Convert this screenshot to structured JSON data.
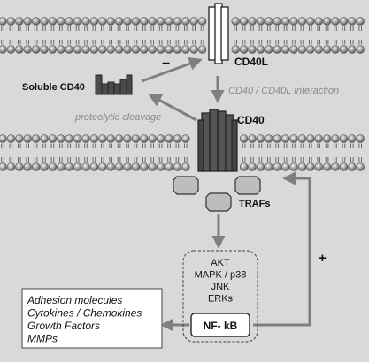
{
  "labels": {
    "cd40l": "CD40L",
    "cd40": "CD40",
    "soluble_cd40": "Soluble CD40",
    "interaction": "CD40 / CD40L interaction",
    "cleavage": "proteolytic cleavage",
    "minus": "−",
    "plus": "+",
    "trafs": "TRAFs",
    "nfkb": "NF- kB"
  },
  "signaling_box": [
    "AKT",
    "MAPK / p38",
    "JNK",
    "ERKs"
  ],
  "outcomes": [
    "Adhesion molecules",
    "Cytokines / Chemokines",
    "Growth Factors",
    "MMPs"
  ]
}
